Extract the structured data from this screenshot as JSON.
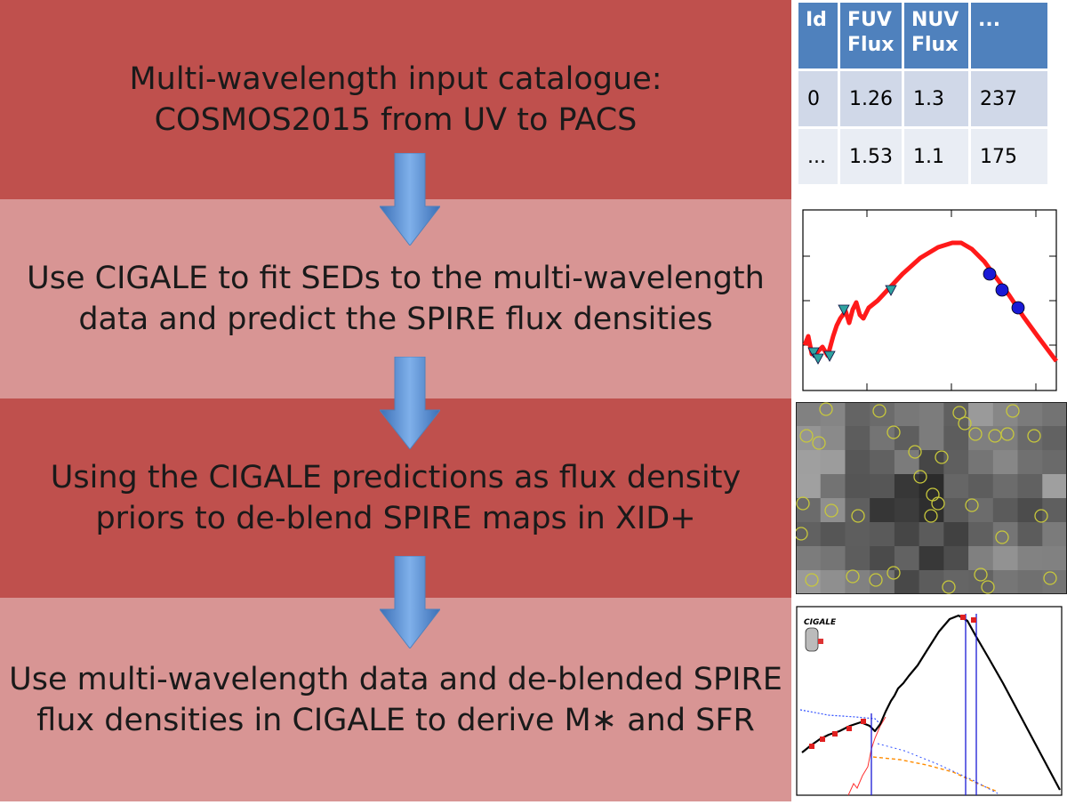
{
  "steps": [
    {
      "line1": "Multi-wavelength input catalogue:",
      "line2": "COSMOS2015 from UV to PACS"
    },
    {
      "line1": "Use CIGALE to fit SEDs to the multi-wavelength",
      "line2": "data and predict the SPIRE flux densities"
    },
    {
      "line1": "Using the CIGALE predictions as flux density",
      "line2": "priors to de-blend SPIRE maps in XID+"
    },
    {
      "line1": "Use multi-wavelength data and de-blended SPIRE",
      "line2": "flux densities in CIGALE to derive M∗ and SFR"
    }
  ],
  "catalogue_table": {
    "headers": [
      {
        "l1": "Id",
        "l2": ""
      },
      {
        "l1": "FUV",
        "l2": "Flux"
      },
      {
        "l1": "NUV",
        "l2": "Flux"
      },
      {
        "l1": "...",
        "l2": ""
      }
    ],
    "rows": [
      [
        "0",
        "1.26",
        "1.3",
        "237"
      ],
      [
        "...",
        "1.53",
        "1.1",
        "175"
      ]
    ]
  },
  "cigale_logo_text": "CIGALE",
  "colors": {
    "band_dark": "#bf504d",
    "band_light": "#d89594",
    "arrow": "#4f81bd",
    "table_header": "#4f81bd",
    "sed_model": "#ff0000",
    "sed_photometry": "#2fa3a0",
    "spire_points": "#1a1ad6",
    "map_circles": "#c8c83c"
  }
}
